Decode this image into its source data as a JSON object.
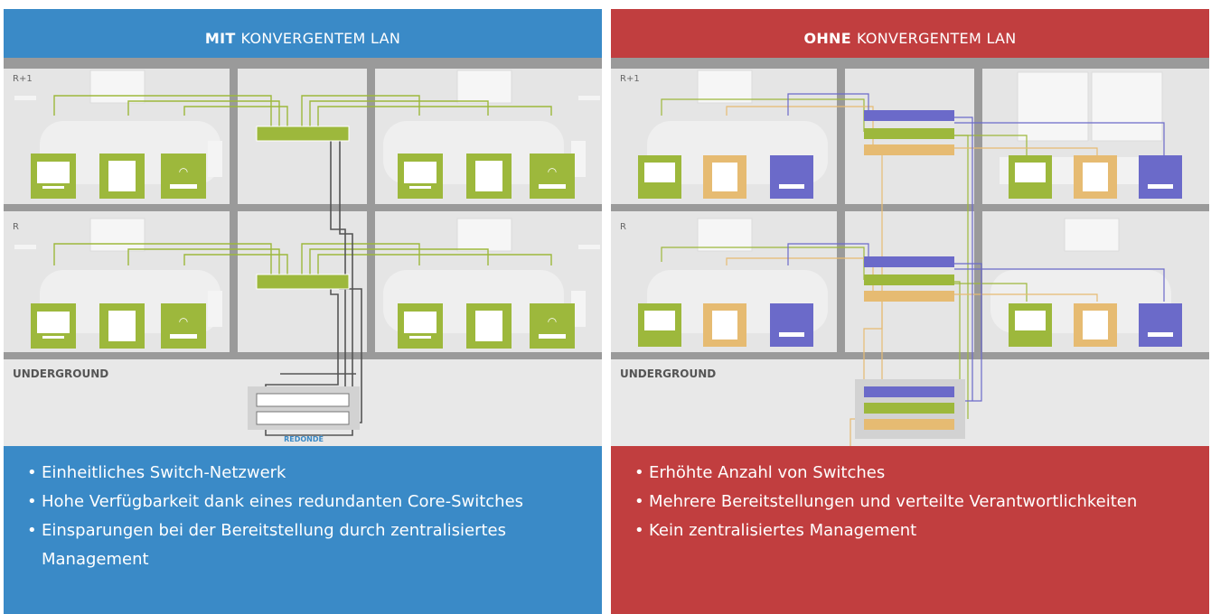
{
  "left": {
    "header_bold": "MIT",
    "header_rest": "KONVERGENTEM LAN",
    "floor_upper": "R+1",
    "floor_lower": "R",
    "underground": "UNDERGROUND",
    "redundant_label": "REDONDÉ",
    "bullets": [
      "Einheitliches Switch-Netzwerk",
      "Hohe Verfügbarkeit dank eines redundanten Core-Switches",
      "Einsparungen bei der Bereitstellung durch zentralisiertes Management"
    ]
  },
  "right": {
    "header_bold": "OHNE",
    "header_rest": "KONVERGENTEM LAN",
    "floor_upper": "R+1",
    "floor_lower": "R",
    "underground": "UNDERGROUND",
    "bullets": [
      "Erhöhte Anzahl von Switches",
      "Mehrere Bereitstellungen und verteilte Verantwortlichkeiten",
      "Kein zentralisiertes Management"
    ]
  },
  "colors": {
    "blue": "#3a8ac7",
    "red": "#c13e3f",
    "green": "#9db83c",
    "orange": "#e6bb72",
    "purple": "#6b6ac9",
    "wall": "#9a9a9a"
  },
  "icons": [
    "monitor-icon",
    "phone-icon",
    "wifi-icon",
    "switch-icon",
    "sofa-icon",
    "window-icon",
    "bookshelf-icon"
  ]
}
